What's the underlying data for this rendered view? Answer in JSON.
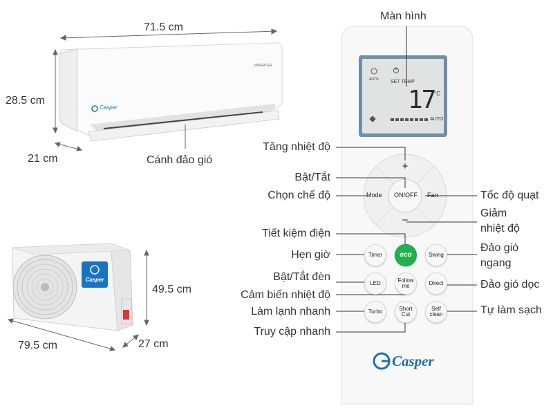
{
  "dimensions": {
    "indoor_width": "71.5 cm",
    "indoor_height": "28.5 cm",
    "indoor_depth": "21 cm",
    "outdoor_height": "49.5 cm",
    "outdoor_width": "79.5 cm",
    "outdoor_depth": "27 cm"
  },
  "indoor_unit": {
    "brand": "Casper",
    "badge": "INVERTER",
    "louver_label": "Cánh đảo gió"
  },
  "outdoor_unit": {
    "brand": "Casper"
  },
  "remote": {
    "brand": "Casper",
    "lcd": {
      "set_temp_label": "SET TEMP",
      "temperature": "17",
      "unit": "°C",
      "auto_label": "AUTO",
      "auto_small": "AUTO"
    },
    "buttons": {
      "plus": "+",
      "minus": "−",
      "mode": "Mode",
      "onoff": "ON/OFF",
      "fan": "Fan",
      "timer": "Timer",
      "eco": "eco",
      "swing": "Swing",
      "led": "LED",
      "follow_me": "Follow me",
      "direct": "Direct",
      "turbo": "Turbo",
      "short_cut": "Short Cut",
      "self_clean": "Self clean"
    }
  },
  "labels": {
    "screen": "Màn hình",
    "temp_up": "Tăng nhiệt độ",
    "power": "Bật/Tắt",
    "mode": "Chọn chế độ",
    "fan_speed": "Tốc độ quạt",
    "temp_down_1": "Giảm",
    "temp_down_2": "nhiệt độ",
    "eco": "Tiết kiệm điện",
    "timer": "Hẹn giờ",
    "swing_h_1": "Đảo gió",
    "swing_h_2": "ngang",
    "led": "Bật/Tắt đèn",
    "follow_me": "Cảm biến nhiệt độ",
    "swing_v": "Đảo gió dọc",
    "turbo": "Làm lạnh nhanh",
    "self_clean": "Tự làm sạch",
    "short_cut": "Truy cập nhanh"
  },
  "colors": {
    "line": "#333333",
    "eco_green": "#22b14c",
    "brand_blue": "#1a6fb5",
    "lcd_bg": "#dfe3e1",
    "lcd_frame": "#6e8fa8"
  }
}
